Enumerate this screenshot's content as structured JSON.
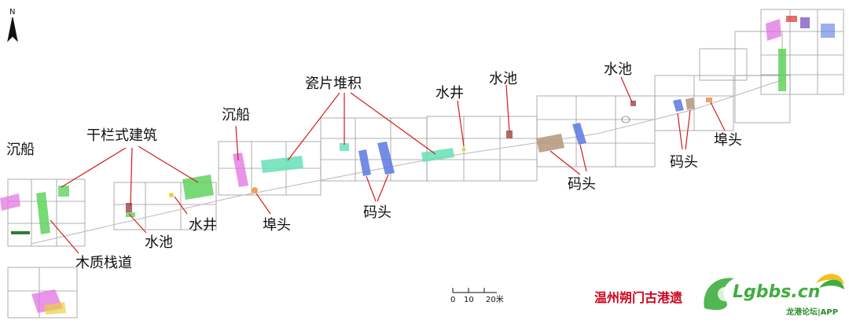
{
  "map": {
    "north_label": "N",
    "caption": "温州朔门古港遗",
    "scale_bar": {
      "ticks": [
        "0",
        "10",
        "20米"
      ]
    },
    "labels": [
      {
        "id": "shipwreck-west",
        "text": "沉船"
      },
      {
        "id": "stilt-building",
        "text": "干栏式建筑"
      },
      {
        "id": "shipwreck-middle",
        "text": "沉船"
      },
      {
        "id": "porcelain-heap",
        "text": "瓷片堆积"
      },
      {
        "id": "well-east",
        "text": "水井"
      },
      {
        "id": "pool-middle",
        "text": "水池"
      },
      {
        "id": "pool-east",
        "text": "水池"
      },
      {
        "id": "pier-middle",
        "text": "码头"
      },
      {
        "id": "pier-east",
        "text": "码头"
      },
      {
        "id": "pier-far-east",
        "text": "码头"
      },
      {
        "id": "jetty-middle",
        "text": "埠头"
      },
      {
        "id": "jetty-east",
        "text": "埠头"
      },
      {
        "id": "pool-west",
        "text": "水池"
      },
      {
        "id": "well-west",
        "text": "水井"
      },
      {
        "id": "wooden-walkway",
        "text": "木质栈道"
      }
    ],
    "feature_colors": {
      "walkway": "#5fd35f",
      "porcelain": "#66e0b4",
      "pier_blue": "#5a78e0",
      "pier_brown": "#b89a82",
      "shipwreck": "#e070e0",
      "pool": "#a05050",
      "well": "#e8d040",
      "jetty": "#f0a060",
      "leader": "#d41c1c"
    }
  },
  "watermark": {
    "logo_text": "Lgbbs.cn",
    "sub_text": "龙港论坛|APP"
  }
}
